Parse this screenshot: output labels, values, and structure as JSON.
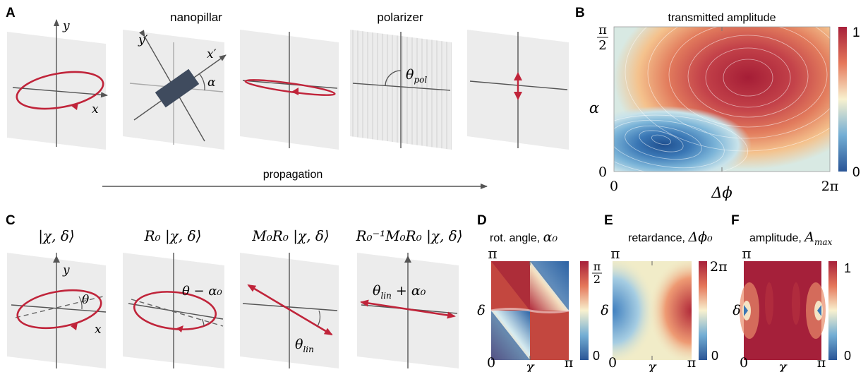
{
  "panels": {
    "A": {
      "letter": "A",
      "titles": [
        "nanopillar",
        "polarizer"
      ],
      "axis_x": "x",
      "axis_y": "y",
      "axis_xp": "x′",
      "axis_yp": "y′",
      "alpha": "α",
      "theta_pol": "θ",
      "theta_pol_sub": "pol",
      "propagation": "propagation"
    },
    "B": {
      "letter": "B",
      "title": "transmitted amplitude",
      "ylabel": "α",
      "xlabel": "Δϕ",
      "x_ticks": [
        "0",
        "2π"
      ],
      "y_ticks": [
        "0",
        "π",
        "2"
      ],
      "cbar_ticks": [
        "1",
        "0"
      ]
    },
    "C": {
      "letter": "C",
      "titles": [
        "|χ, δ⟩",
        "R₀ |χ, δ⟩",
        "M₀R₀ |χ, δ⟩",
        "R₀⁻¹M₀R₀ |χ, δ⟩"
      ],
      "axis_x": "x",
      "axis_y": "y",
      "theta": "θ",
      "theta_minus": "θ − α₀",
      "theta_lin": "θ",
      "theta_lin_sub": "lin",
      "theta_lin_plus": "θ",
      "theta_lin_plus_rest": " + α₀"
    },
    "D": {
      "letter": "D",
      "title": "rot. angle, ",
      "title_sym": "α₀",
      "cbar_top_num": "π",
      "cbar_top_den": "2",
      "cbar_bottom": "0"
    },
    "E": {
      "letter": "E",
      "title": "retardance, ",
      "title_sym": "Δϕ₀",
      "cbar_top": "2π",
      "cbar_bottom": "0"
    },
    "F": {
      "letter": "F",
      "title": "amplitude, ",
      "title_sym": "A",
      "title_sub": "max",
      "cbar_top": "1",
      "cbar_bottom": "0"
    },
    "small_axes": {
      "ylabel": "δ",
      "xlabel": "χ",
      "x0": "0",
      "xpi": "π",
      "ypi": "π"
    }
  },
  "colors": {
    "ellipse": "#c0243a",
    "panel": "#ececec",
    "pillar": "#3f4b5e",
    "axis": "#555555"
  }
}
